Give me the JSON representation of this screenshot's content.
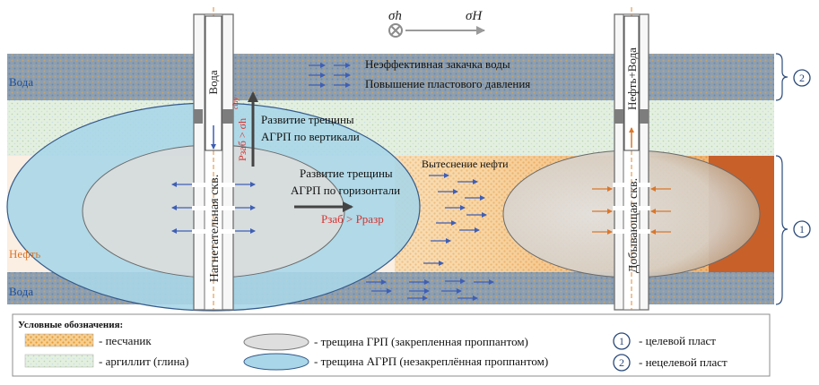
{
  "stress": {
    "sigma_h": "σh",
    "sigma_H": "σH"
  },
  "layers": {
    "water_top": "Вода",
    "water_bottom": "Вода",
    "oil": "Нефть",
    "marker_2": "2",
    "marker_1": "1"
  },
  "annotations": {
    "water_line1": "Неэффективная закачка воды",
    "water_line2": "Повышение пластового давления",
    "vertical_line1": "Развитие трещины",
    "vertical_line2": "АГРП по вертикали",
    "horizontal_line1": "Развитие трещины",
    "horizontal_line2": "АГРП по горизонтали",
    "oil_displacement": "Вытеснение нефти",
    "pressure_vertical": "Рзаб > σh",
    "pressure_vertical_sup": "clay",
    "pressure_horizontal": "Рзаб > Рразр"
  },
  "wells": {
    "injection_top": "Вода",
    "injection_name": "Нагнетательная скв.",
    "production_top": "Нефть+Вода",
    "production_name": "Добывающая скв."
  },
  "legend": {
    "title": "Условные обозначения:",
    "sandstone": "- песчаник",
    "mudstone": "- аргиллит (глина)",
    "hf_crack": "- трещина ГРП (закрепленная проппантом)",
    "ahf_crack": "- трещина АГРП (незакреплённая проппантом)",
    "target_num": "1",
    "target_label": "- целевой пласт",
    "nontarget_num": "2",
    "nontarget_label": "- нецелевой пласт"
  },
  "colors": {
    "water_layer": "#8a9fb3",
    "mudstone": "#d9ead8",
    "oil_zone": "#f7e6d6",
    "oil_dark": "#c8602a",
    "ahf_fill": "#a9d6e8",
    "hf_fill": "#dedede",
    "arrow_blue": "#3f5fb5",
    "arrow_orange": "#d9772c",
    "pressure_red": "#d7332f",
    "marker_stroke": "#2b4a7a"
  }
}
